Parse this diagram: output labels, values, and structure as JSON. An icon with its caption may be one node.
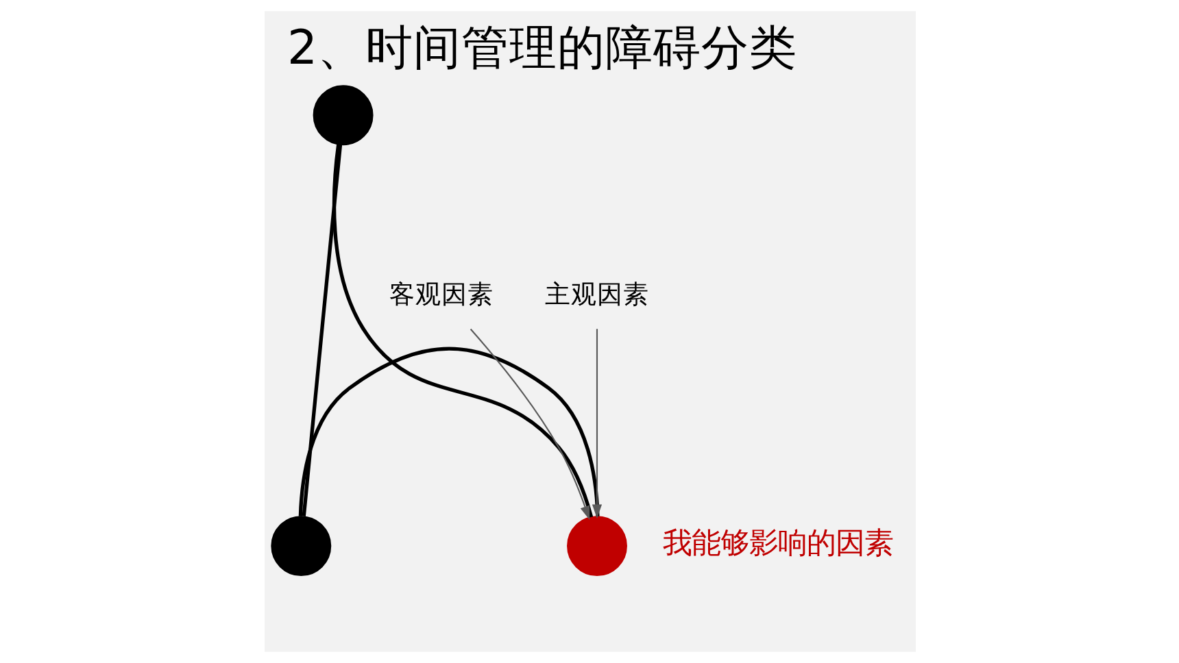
{
  "diagram": {
    "title": "2、时间管理的障碍分类",
    "nodes": [
      {
        "text": [],
        "shape": "circle"
      },
      {
        "text": [],
        "shape": "circle"
      },
      {
        "text": [],
        "shape": "circle",
        "beside": [
          "我能够影响的因素"
        ]
      },
      {
        "text": [
          "客观因素"
        ]
      },
      {
        "text": [
          "主观因素"
        ]
      }
    ],
    "edges": [
      {
        "from": 0,
        "to": 1,
        "arrow": "none"
      },
      {
        "from": 0,
        "to": 2,
        "arrow": "none"
      },
      {
        "from": 1,
        "to": 2,
        "arrow": "none"
      },
      {
        "from": 3,
        "to": 2,
        "arrow": "to",
        "color": "#595959"
      },
      {
        "from": 4,
        "to": 2,
        "arrow": "to",
        "color": "#595959"
      }
    ]
  }
}
